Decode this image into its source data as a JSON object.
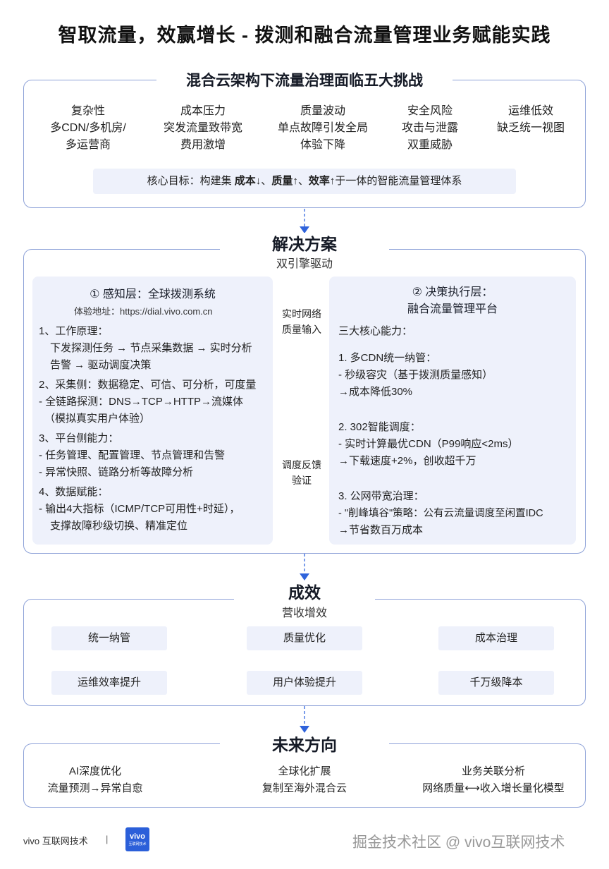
{
  "title": "智取流量，效赢增长 - 拨测和融合流量管理业务赋能实践",
  "challenges": {
    "heading": "混合云架构下流量治理面临五大挑战",
    "columns": [
      {
        "lines": [
          "复杂性",
          "多CDN/多机房/",
          "多运营商"
        ]
      },
      {
        "lines": [
          "成本压力",
          "突发流量致带宽",
          "费用激增"
        ]
      },
      {
        "lines": [
          "质量波动",
          "单点故障引发全局",
          "体验下降"
        ]
      },
      {
        "lines": [
          "安全风险",
          "攻击与泄露",
          "双重威胁"
        ]
      },
      {
        "lines": [
          "运维低效",
          "缺乏统一视图"
        ]
      }
    ],
    "goal": {
      "prefix": "核心目标：构建集 ",
      "cost": "成本↓",
      "sep1": "、",
      "quality": "质量↑",
      "sep2": "、",
      "efficiency": "效率↑",
      "suffix": "于一体的智能流量管理体系"
    }
  },
  "solution": {
    "heading": "解决方案",
    "subheading": "双引擎驱动",
    "left": {
      "title": "① 感知层：全球拨测系统",
      "address": "体验地址：https://dial.vivo.com.cn",
      "lines": [
        "1、工作原理：",
        "   下发探测任务 → 节点采集数据 → 实时分析",
        "   告警 → 驱动调度决策",
        "2、采集侧：数据稳定、可信、可分析，可度量",
        "-  全链路探测：DNS→TCP→HTTP→流媒体",
        "   （模拟真实用户体验）",
        "3、平台侧能力：",
        "-  任务管理、配置管理、节点管理和告警",
        "-  异常快照、链路分析等故障分析",
        "4、数据赋能：",
        "-  输出4大指标（ICMP/TCP可用性+时延），",
        "   支撑故障秒级切换、精准定位"
      ]
    },
    "arrow_right_label": [
      "实时网络",
      "质量输入"
    ],
    "arrow_left_label": [
      "调度反馈",
      "验证"
    ],
    "right": {
      "title_line1": "② 决策执行层：",
      "title_line2": "融合流量管理平台",
      "lines": [
        "三大核心能力：",
        "1. 多CDN统一纳管：",
        "-  秒级容灾（基于拨测质量感知）",
        "→成本降低30%",
        "2. 302智能调度：",
        "-  实时计算最优CDN（P99响应<2ms）",
        "→下载速度+2%，创收超千万",
        "3. 公网带宽治理：",
        "-  \"削峰填谷\"策略：公有云流量调度至闲置IDC",
        "→节省数百万成本"
      ]
    }
  },
  "results": {
    "heading": "成效",
    "subheading": "营收增效",
    "pairs": [
      {
        "top": "统一纳管",
        "bottom": "运维效率提升"
      },
      {
        "top": "质量优化",
        "bottom": "用户体验提升"
      },
      {
        "top": "成本治理",
        "bottom": "千万级降本"
      }
    ]
  },
  "future": {
    "heading": "未来方向",
    "items": [
      {
        "title": "AI深度优化",
        "desc": "流量预测→异常自愈"
      },
      {
        "title": "全球化扩展",
        "desc": "复制至海外混合云"
      },
      {
        "title": "业务关联分析",
        "desc": "网络质量⟷收入增长量化模型"
      }
    ]
  },
  "footer": {
    "brand": "vivo 互联网技术",
    "divider": "|",
    "logo_top": "vivo",
    "logo_bottom": "互联网技术",
    "watermark": "掘金技术社区 @ vivo互联网技术"
  },
  "colors": {
    "accent": "#2f63db",
    "border": "#8ea2d8",
    "fill": "#eef1fb"
  }
}
